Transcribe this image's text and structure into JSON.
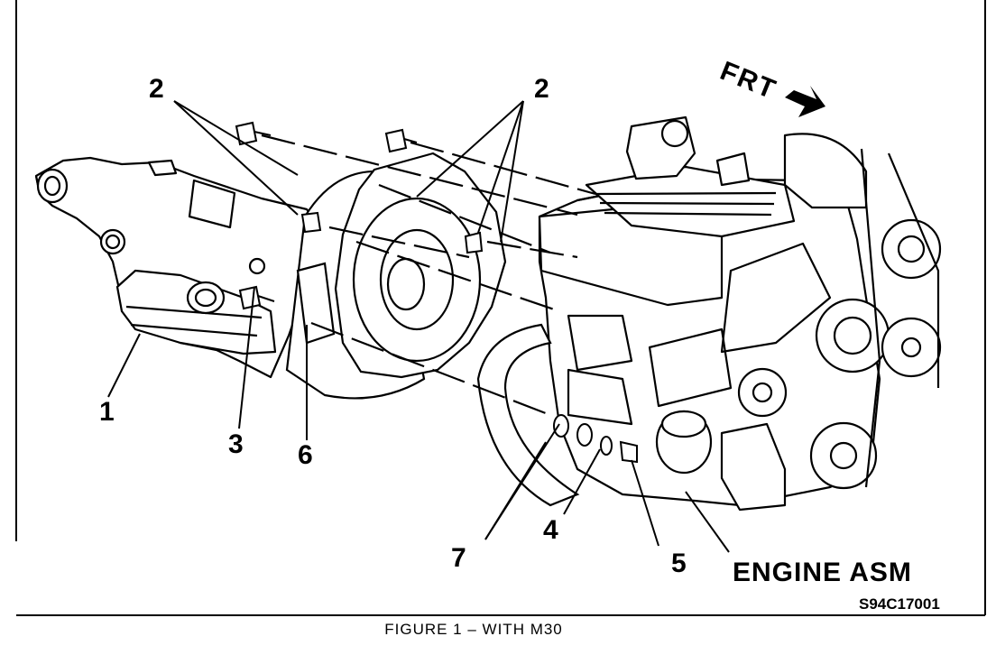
{
  "diagram": {
    "front_label": "FRT",
    "assembly_label": "ENGINE ASM",
    "reference_code": "S94C17001",
    "caption": "FIGURE 1  –  WITH M30",
    "callouts": {
      "c1": "1",
      "c2a": "2",
      "c2b": "2",
      "c3": "3",
      "c4": "4",
      "c5": "5",
      "c6": "6",
      "c7": "7"
    },
    "icons": {
      "front_arrow": "arrow-down-right-icon"
    }
  }
}
